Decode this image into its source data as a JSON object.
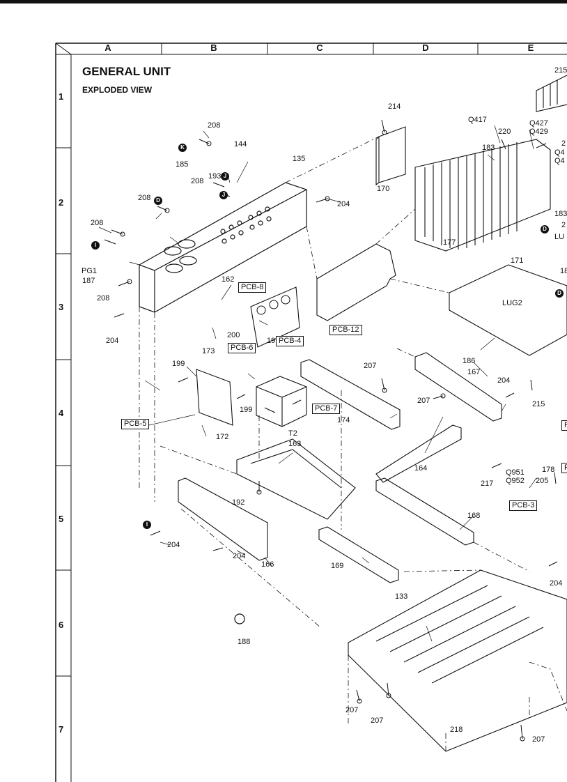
{
  "header": {
    "title": "GENERAL UNIT",
    "subtitle": "EXPLODED VIEW"
  },
  "grid": {
    "columns": [
      "A",
      "B",
      "C",
      "D",
      "E"
    ],
    "rows": [
      "1",
      "2",
      "3",
      "4",
      "5",
      "6",
      "7"
    ]
  },
  "callouts": {
    "c215a": "215",
    "c214": "214",
    "q417": "Q417",
    "q427": "Q427",
    "q429": "Q429",
    "c220": "220",
    "c183a": "183",
    "q43a": "Q4",
    "q43b": "Q4",
    "c2a": "2",
    "c208a": "208",
    "c144": "144",
    "c185": "185",
    "c135": "135",
    "c193": "193",
    "c208b": "208",
    "c208c": "208",
    "c204a": "204",
    "c170": "170",
    "c208d": "208",
    "pg1": "PG1",
    "c187": "187",
    "c208e": "208",
    "c162": "162",
    "c183b": "183",
    "c2b": "2",
    "lu": "LU",
    "c177": "177",
    "c171": "171",
    "c18": "18",
    "lug2": "LUG2",
    "c204b": "204",
    "c200": "200",
    "c173": "173",
    "c191": "191",
    "c207a": "207",
    "c199a": "199",
    "c199b": "199",
    "c186": "186",
    "c167": "167",
    "c204c": "204",
    "c207b": "207",
    "c215b": "215",
    "c174": "174",
    "t2": "T2",
    "c172": "172",
    "c163": "163",
    "c164": "164",
    "c178": "178",
    "q951": "Q951",
    "q952": "Q952",
    "c217": "217",
    "c205": "205",
    "c192": "192",
    "c168": "168",
    "c204d": "204",
    "c204e": "204",
    "c166": "166",
    "c169": "169",
    "c204f": "204",
    "c133": "133",
    "c188": "188",
    "c207c": "207",
    "c207d": "207",
    "c218": "218",
    "c207e": "207"
  },
  "boards": {
    "pcb8": "PCB-8",
    "pcb12": "PCB-12",
    "pcb4": "PCB-4",
    "pcb6": "PCB-6",
    "pcb7": "PCB-7",
    "pcb5": "PCB-5",
    "pcb3": "PCB-3",
    "pcbr1": "P",
    "pcbr2": "F"
  },
  "markers": {
    "k": "K",
    "j": "J",
    "d": "D",
    "i": "I"
  }
}
